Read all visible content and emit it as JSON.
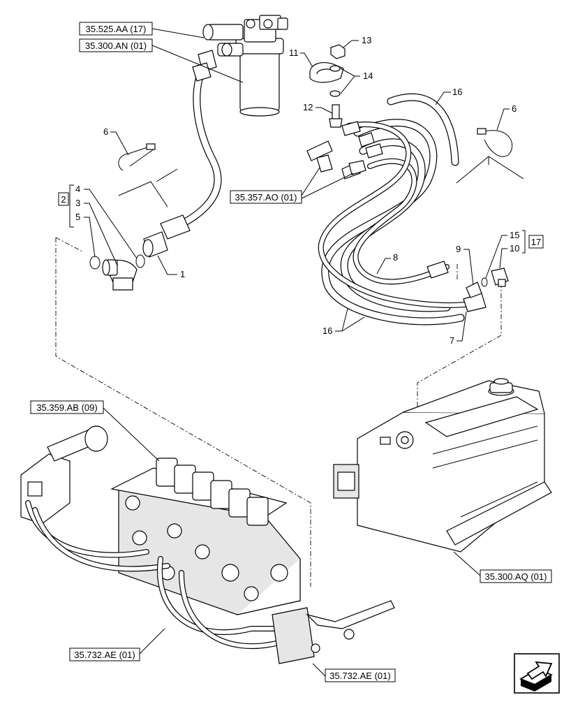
{
  "refs": {
    "r1": "35.525.AA (17)",
    "r2": "35.300.AN (01)",
    "r3": "35.357.AO (01)",
    "r4": "35.359.AB (09)",
    "r5": "35.300.AQ (01)",
    "r6": "35.732.AE (01)",
    "r7": "35.732.AE (01)"
  },
  "numbers": {
    "n1": "1",
    "n2": "2",
    "n3": "3",
    "n4": "4",
    "n5": "5",
    "n6a": "6",
    "n6b": "6",
    "n7": "7",
    "n8": "8",
    "n9": "9",
    "n10": "10",
    "n11": "11",
    "n12": "12",
    "n13": "13",
    "n14": "14",
    "n15": "15",
    "n16a": "16",
    "n16b": "16",
    "n17": "17"
  },
  "icons": {
    "nav": "next-page-arrow-icon"
  }
}
